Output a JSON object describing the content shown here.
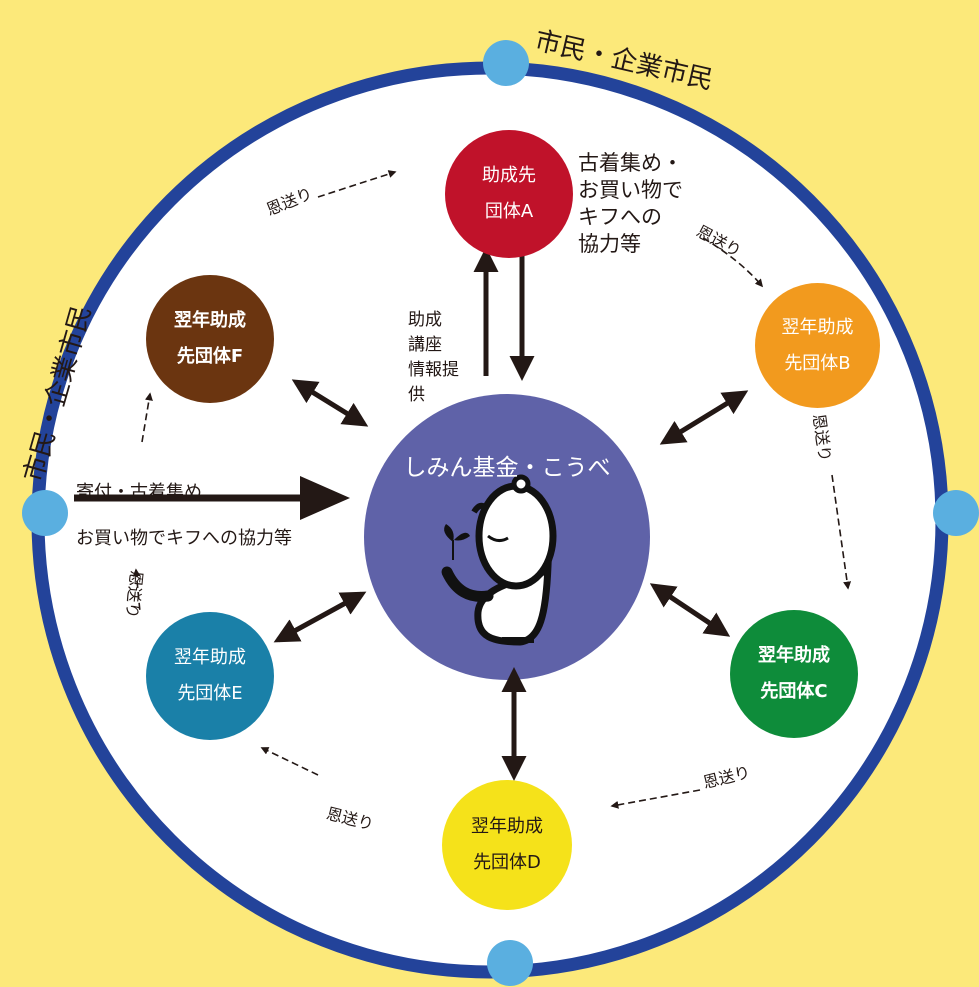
{
  "colors": {
    "background": "#FCE97A",
    "ring": "#23439A",
    "ring_nodes": "#5AAFE0",
    "center": "#5F62A8",
    "node_a": "#C0122A",
    "node_b": "#F29A1E",
    "node_c": "#0E8C3A",
    "node_d": "#F5E21A",
    "node_e": "#1A80A8",
    "node_f": "#6B3510"
  },
  "ring_labels": {
    "top": "市民・企業市民",
    "left": "市民・企業市民"
  },
  "center": {
    "title": "しみん基金・こうべ",
    "mascot": "seedling-mascot-illustration"
  },
  "nodes": {
    "a": {
      "line1": "助成先",
      "line2": "団体A"
    },
    "b": {
      "line1": "翌年助成",
      "line2": "先団体B"
    },
    "c": {
      "line1": "翌年助成",
      "line2": "先団体C"
    },
    "d": {
      "line1": "翌年助成",
      "line2": "先団体D"
    },
    "e": {
      "line1": "翌年助成",
      "line2": "先団体E"
    },
    "f": {
      "line1": "翌年助成",
      "line2": "先団体F"
    }
  },
  "labels": {
    "a_contrib": [
      "古着集め・",
      "お買い物で",
      "キフへの",
      "協力等"
    ],
    "seminar": [
      "助成",
      "講座",
      "情報提",
      "供"
    ],
    "donation_line1": "寄付・古着集め",
    "donation_line2": "お買い物でキフへの協力等",
    "onokuri": "恩送り"
  }
}
